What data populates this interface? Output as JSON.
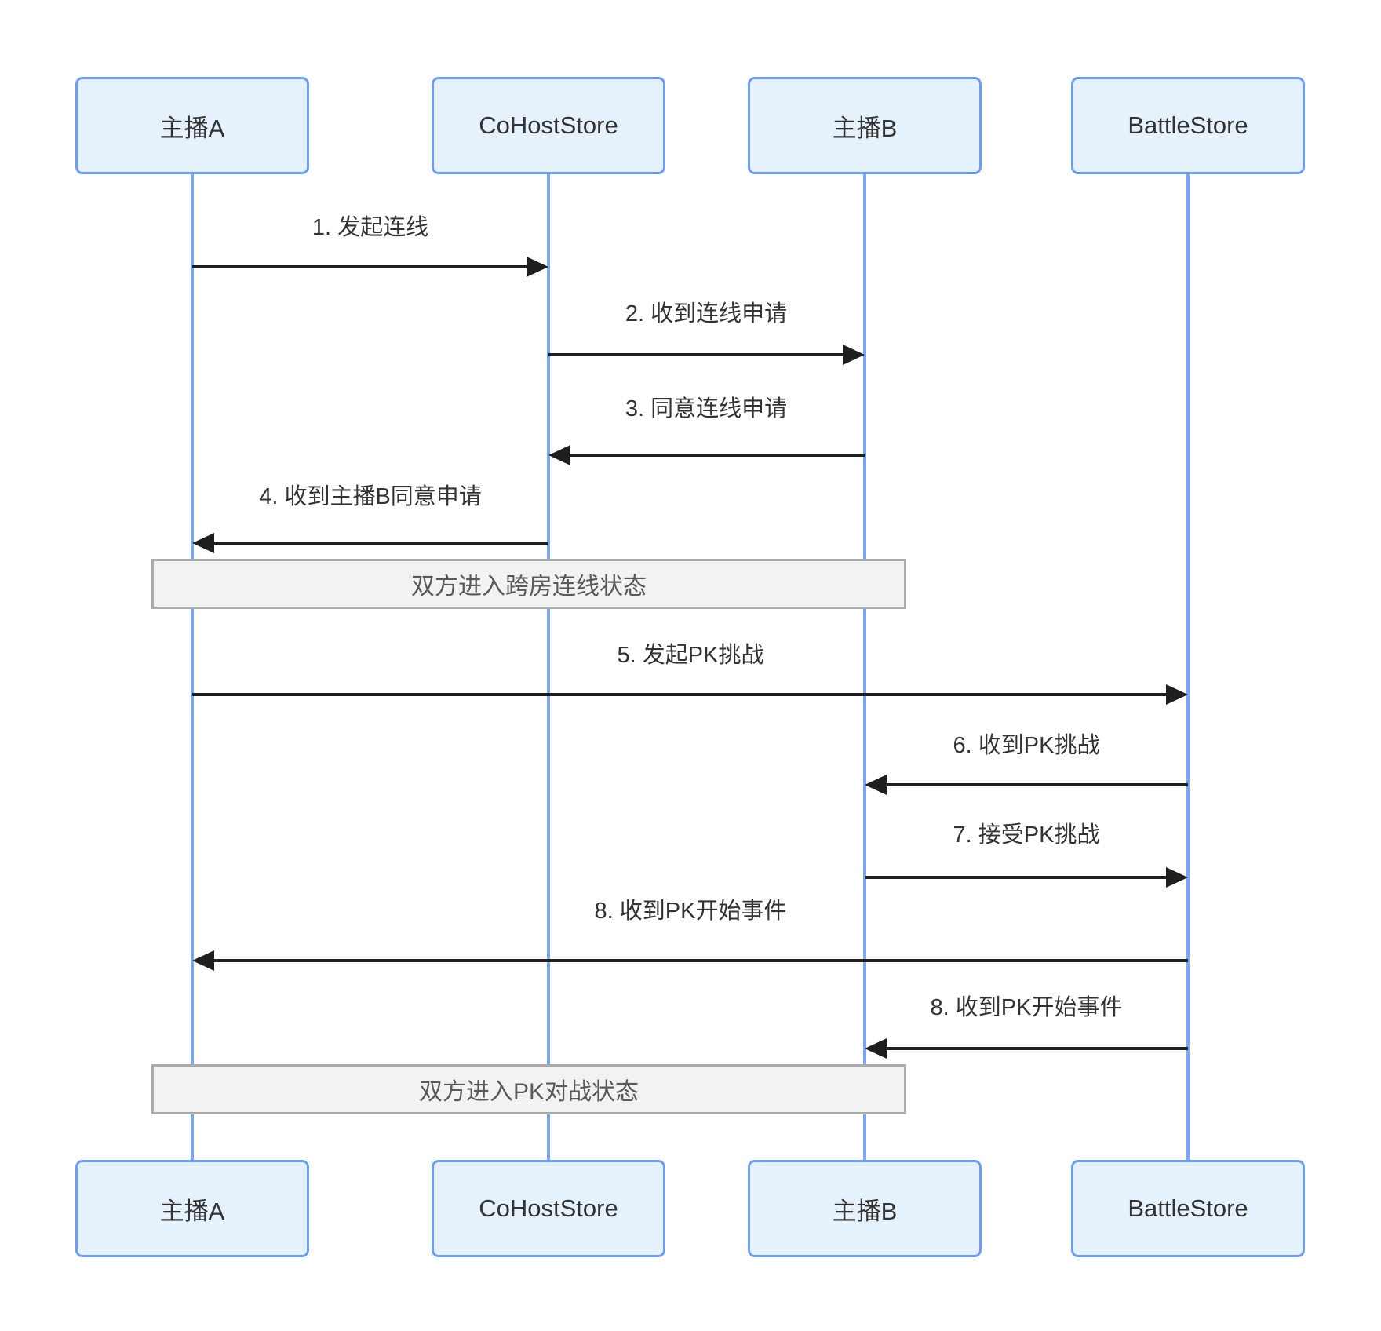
{
  "diagram": {
    "type": "sequence",
    "participants": [
      {
        "id": "host-a",
        "label": "主播A"
      },
      {
        "id": "cohost-store",
        "label": "CoHostStore"
      },
      {
        "id": "host-b",
        "label": "主播B"
      },
      {
        "id": "battle-store",
        "label": "BattleStore"
      }
    ],
    "messages": [
      {
        "num": "1",
        "label": "1. 发起连线",
        "from": "主播A",
        "to": "CoHostStore"
      },
      {
        "num": "2",
        "label": "2. 收到连线申请",
        "from": "CoHostStore",
        "to": "主播B"
      },
      {
        "num": "3",
        "label": "3. 同意连线申请",
        "from": "主播B",
        "to": "CoHostStore"
      },
      {
        "num": "4",
        "label": "4. 收到主播B同意申请",
        "from": "CoHostStore",
        "to": "主播A"
      },
      {
        "num": "5",
        "label": "5. 发起PK挑战",
        "from": "主播A",
        "to": "BattleStore"
      },
      {
        "num": "6",
        "label": "6. 收到PK挑战",
        "from": "BattleStore",
        "to": "主播B"
      },
      {
        "num": "7",
        "label": "7. 接受PK挑战",
        "from": "主播B",
        "to": "BattleStore"
      },
      {
        "num": "8",
        "label": "8. 收到PK开始事件",
        "from": "BattleStore",
        "to": "主播A"
      },
      {
        "num": "8",
        "label": "8. 收到PK开始事件",
        "from": "BattleStore",
        "to": "主播B"
      }
    ],
    "notes": [
      {
        "label": "双方进入跨房连线状态"
      },
      {
        "label": "双方进入PK对战状态"
      }
    ],
    "colors": {
      "participant_fill": "#e5f2fc",
      "participant_border": "#6f9df3",
      "lifeline": "#79a6f7",
      "note_fill": "#f1f2f3",
      "note_border": "#ababab",
      "arrow": "#1f1f1f",
      "text": "#333333",
      "note_text": "#595959"
    }
  }
}
